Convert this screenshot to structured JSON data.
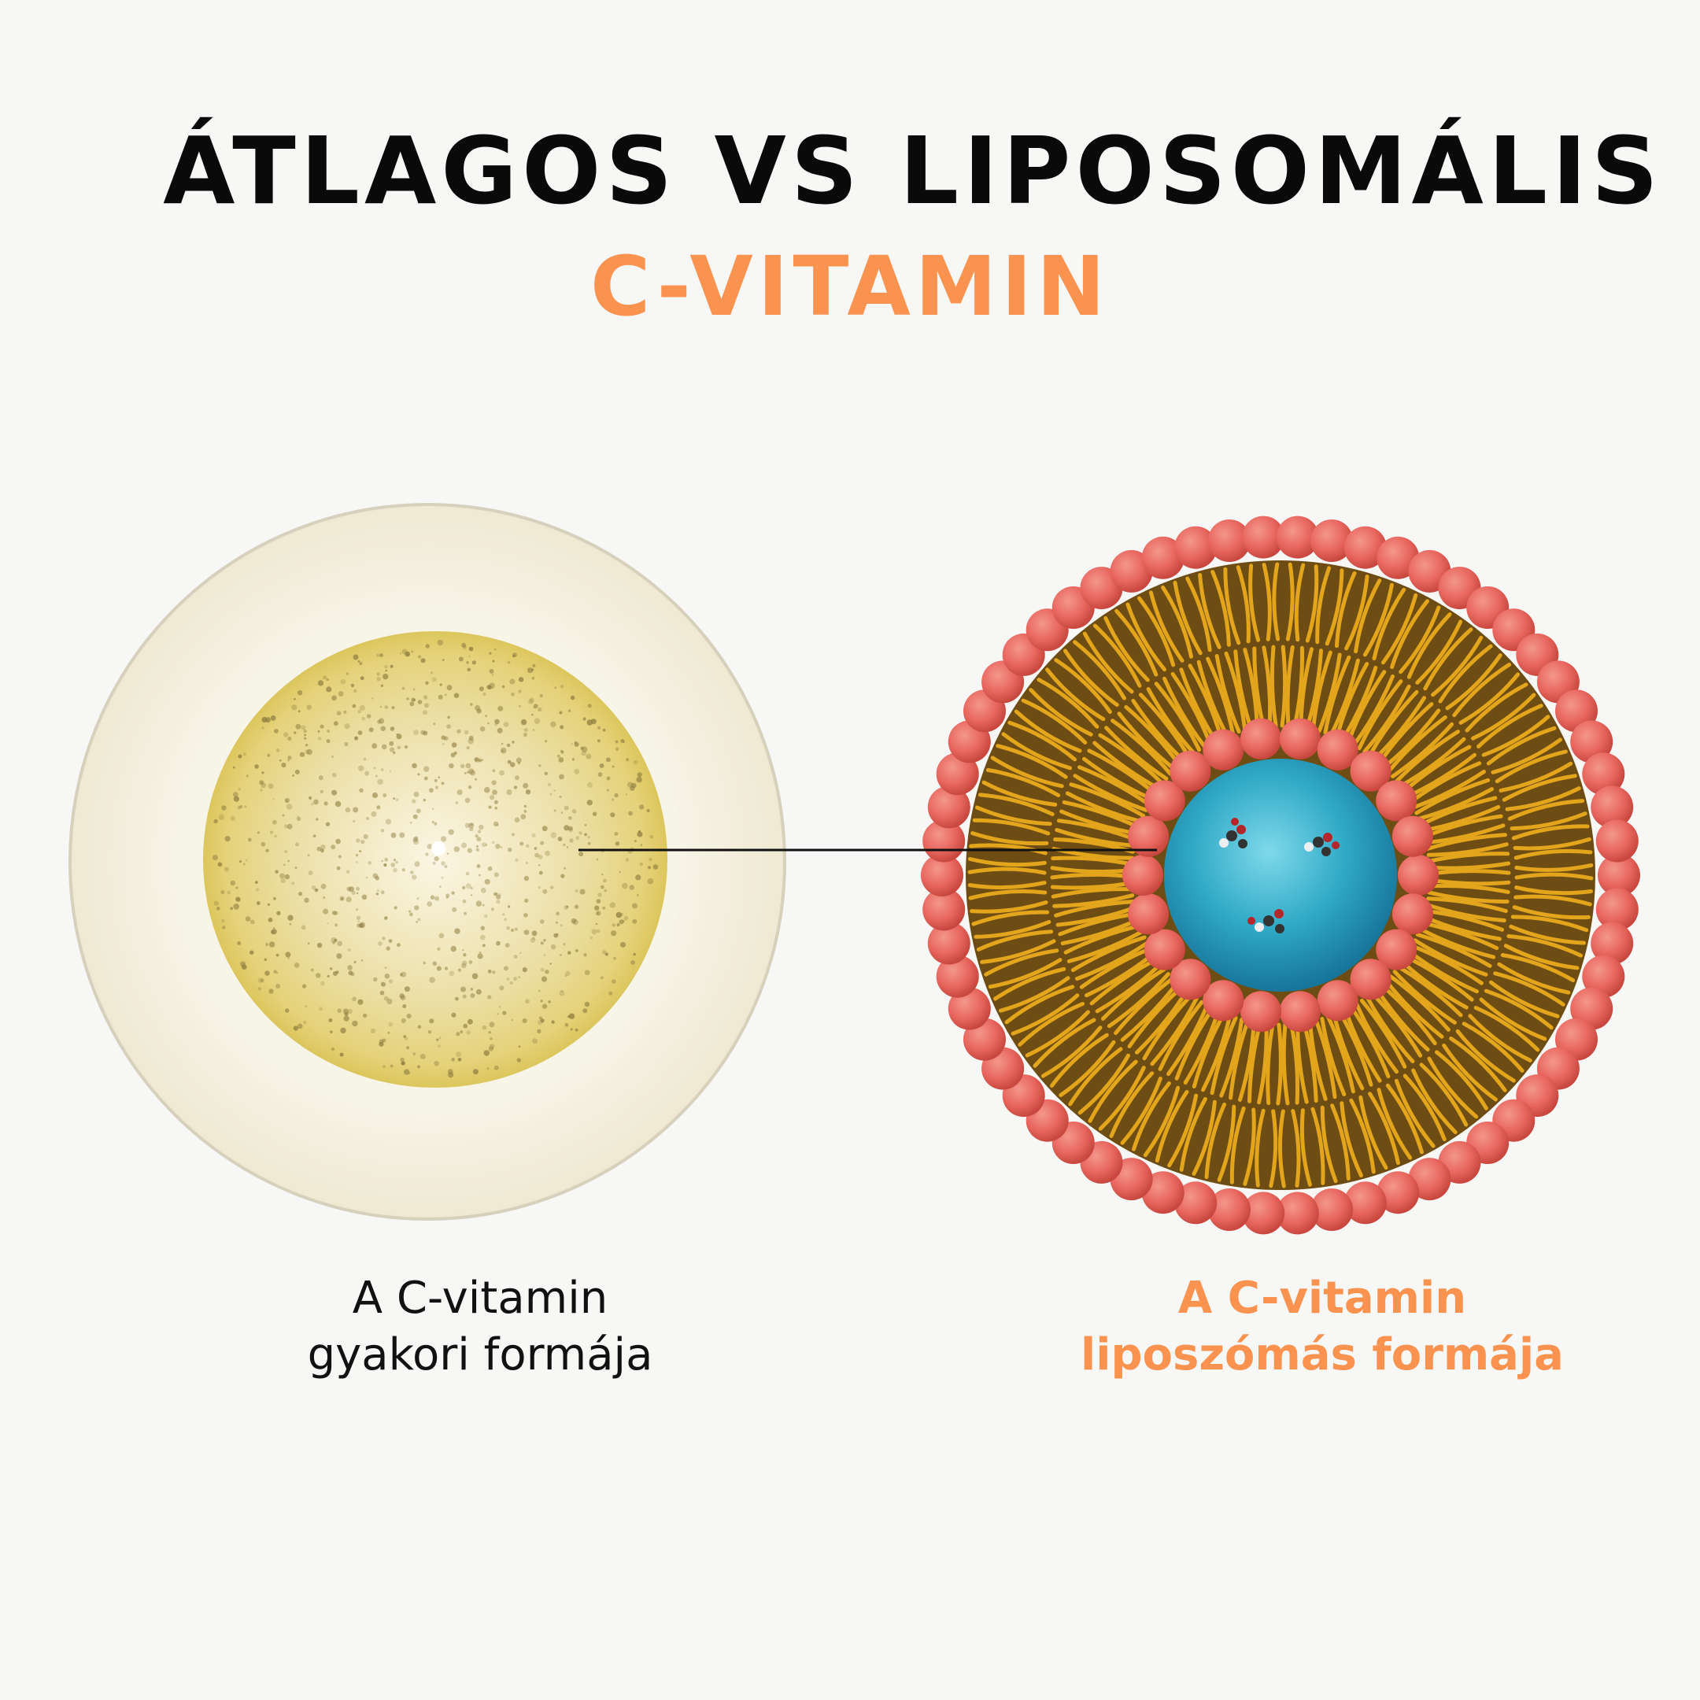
{
  "title": {
    "line1": "ÁTLAGOS VS LIPOSOMÁLIS",
    "line2": "C-VITAMIN"
  },
  "captions": {
    "left": {
      "line1": "A C-vitamin",
      "line2": "gyakori formája"
    },
    "right": {
      "line1": "A C-vitamin",
      "line2": "liposzómás formája"
    }
  },
  "colors": {
    "title": "#0a0a0a",
    "accent": "#fb9350",
    "background": "#f7f7f6",
    "droplet_outer": "#f6f3e6",
    "droplet_inner": "#e9d98a",
    "particles": "#8f7e40",
    "lipid_head": "#e8675f",
    "lipid_tail": "#e3a51c",
    "core": "#3ab0c8"
  }
}
